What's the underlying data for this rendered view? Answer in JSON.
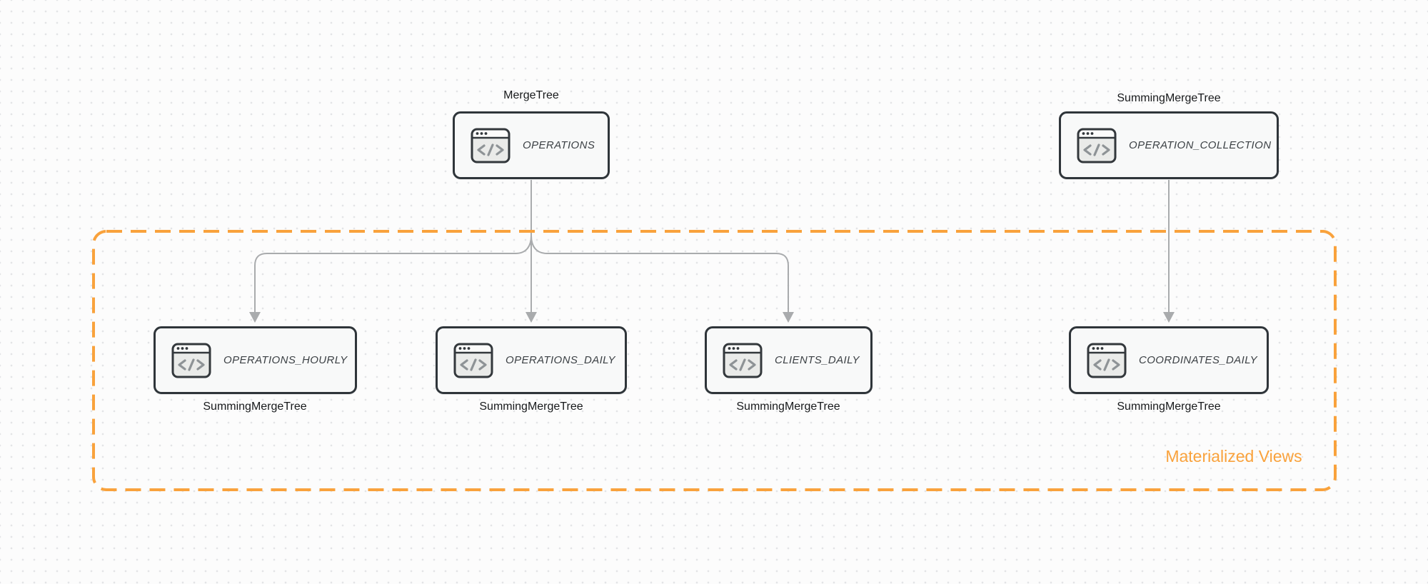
{
  "nodes": [
    {
      "id": "operations",
      "table": "OPERATIONS",
      "engine": "MergeTree",
      "engine_position": "above"
    },
    {
      "id": "operation_collection",
      "table": "OPERATION_COLLECTION",
      "engine": "SummingMergeTree",
      "engine_position": "above"
    },
    {
      "id": "operations_hourly",
      "table": "OPERATIONS_HOURLY",
      "engine": "SummingMergeTree",
      "engine_position": "below"
    },
    {
      "id": "operations_daily",
      "table": "OPERATIONS_DAILY",
      "engine": "SummingMergeTree",
      "engine_position": "below"
    },
    {
      "id": "clients_daily",
      "table": "CLIENTS_DAILY",
      "engine": "SummingMergeTree",
      "engine_position": "below"
    },
    {
      "id": "coordinates_daily",
      "table": "COORDINATES_DAILY",
      "engine": "SummingMergeTree",
      "engine_position": "below"
    }
  ],
  "edges": [
    {
      "from": "operations",
      "to": "operations_hourly"
    },
    {
      "from": "operations",
      "to": "operations_daily"
    },
    {
      "from": "operations",
      "to": "clients_daily"
    },
    {
      "from": "operation_collection",
      "to": "coordinates_daily"
    }
  ],
  "group": {
    "label": "Materialized Views",
    "color": "#F9A23C",
    "members": [
      "operations_hourly",
      "operations_daily",
      "clients_daily",
      "coordinates_daily"
    ]
  },
  "icon": {
    "name": "code-window-icon",
    "glyph": "</>"
  },
  "colors": {
    "accent_orange": "#F9A23C",
    "edge_gray": "#A9ABAD",
    "node_border": "#2F353A",
    "node_fill": "#F8F9F9",
    "canvas_background": "#FCFCFC",
    "dot_grid": "#E3E4E6"
  }
}
